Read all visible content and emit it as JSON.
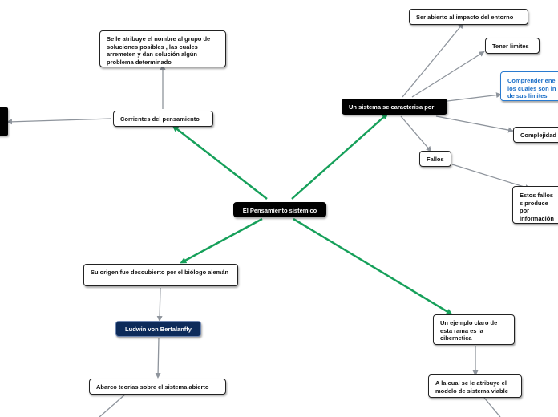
{
  "map": {
    "central": "El Pensamiento sistemico",
    "corrientes": "Corrientes del pensamiento",
    "corrientes_desc": "Se le atribuye el nombre al grupo de soluciones posibles , las cuales arremeten y dan solución algún problema determinado",
    "sistema": "Un sistema se caracterisa por",
    "impacto": "Ser abierto al impacto del entorno",
    "limites": "Tener limites",
    "comprender": "Comprender ene los cuales son in de sus limites",
    "complejidad": "Complejidad",
    "fallos": "Fallos",
    "fallos_desc": "Estos fallos s produce por información partes exter",
    "origen": "Su origen fue descubierto por el biólogo alemán",
    "ludwig": "Ludwin von Bertalanffy",
    "abarco": "Abarco teorías sobre el sistema abierto",
    "cibernetica": "Un ejemplo claro de esta rama es la cibernetica",
    "modelo": "A la cual se le atribuye el modelo de sistema viable"
  },
  "colors": {
    "main_connector": "#16a05a",
    "sub_connector": "#8e949c",
    "node_border": "#222222",
    "center_bg": "#000000",
    "navy_node": "#0d2b5a",
    "blue_text": "#1b6fc7"
  }
}
